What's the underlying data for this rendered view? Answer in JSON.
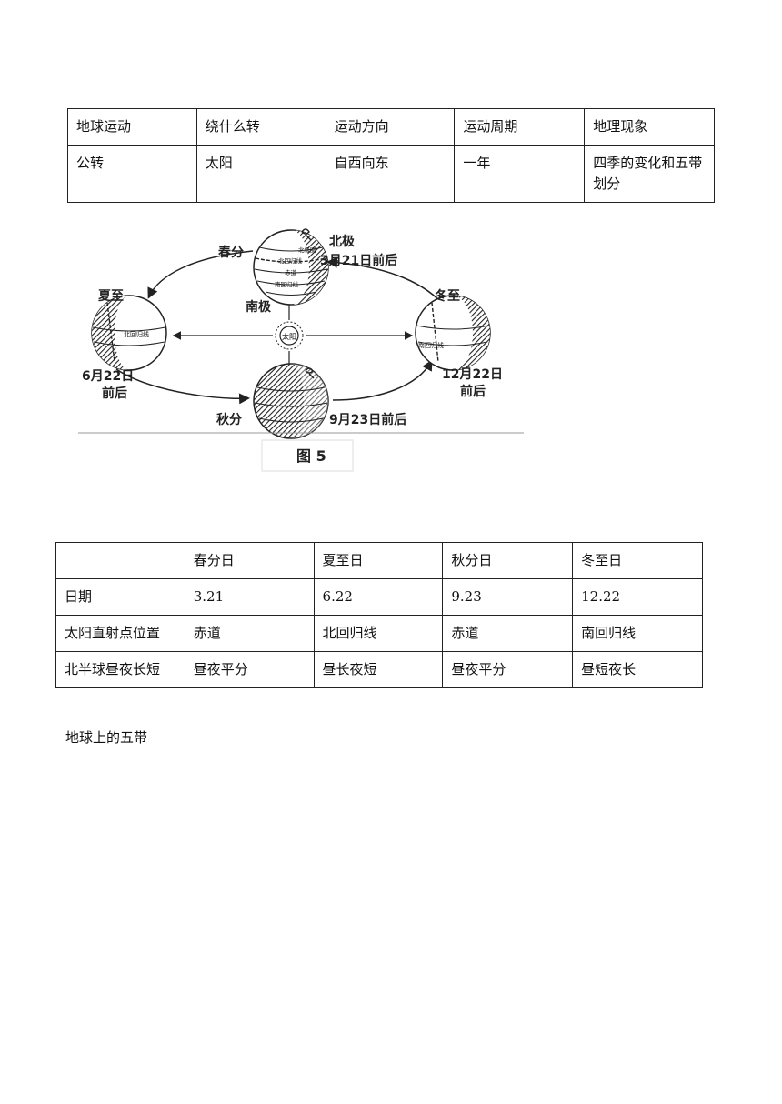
{
  "motion_table": {
    "headers": [
      "地球运动",
      "绕什么转",
      "运动方向",
      "运动周期",
      "地理现象"
    ],
    "row": [
      "公转",
      "太阳",
      "自西向东",
      "一年",
      "四季的变化和五带划分"
    ]
  },
  "figure": {
    "sun": "太阳",
    "spring": {
      "name": "春分",
      "date": "3月21日前后",
      "north": "北极",
      "south": "南极",
      "lines": [
        "北极圈",
        "北回归线",
        "赤道",
        "南回归线"
      ]
    },
    "summer": {
      "name": "夏至",
      "date_line1": "6月22日",
      "date_line2": "前后",
      "line": "北回归线"
    },
    "autumn": {
      "name": "秋分",
      "date": "9月23日前后"
    },
    "winter": {
      "name": "冬至",
      "date_line1": "12月22日",
      "date_line2": "前后",
      "line": "南回归线"
    },
    "caption": "图 5"
  },
  "season_table": {
    "headers": [
      "",
      "春分日",
      "夏至日",
      "秋分日",
      "冬至日"
    ],
    "rows": [
      [
        "日期",
        "3.21",
        "6.22",
        "9.23",
        "12.22"
      ],
      [
        "太阳直射点位置",
        "赤道",
        "北回归线",
        "赤道",
        "南回归线"
      ],
      [
        "北半球昼夜长短",
        "昼夜平分",
        "昼长夜短",
        "昼夜平分",
        "昼短夜长"
      ]
    ]
  },
  "five_zones_heading": "地球上的五带"
}
